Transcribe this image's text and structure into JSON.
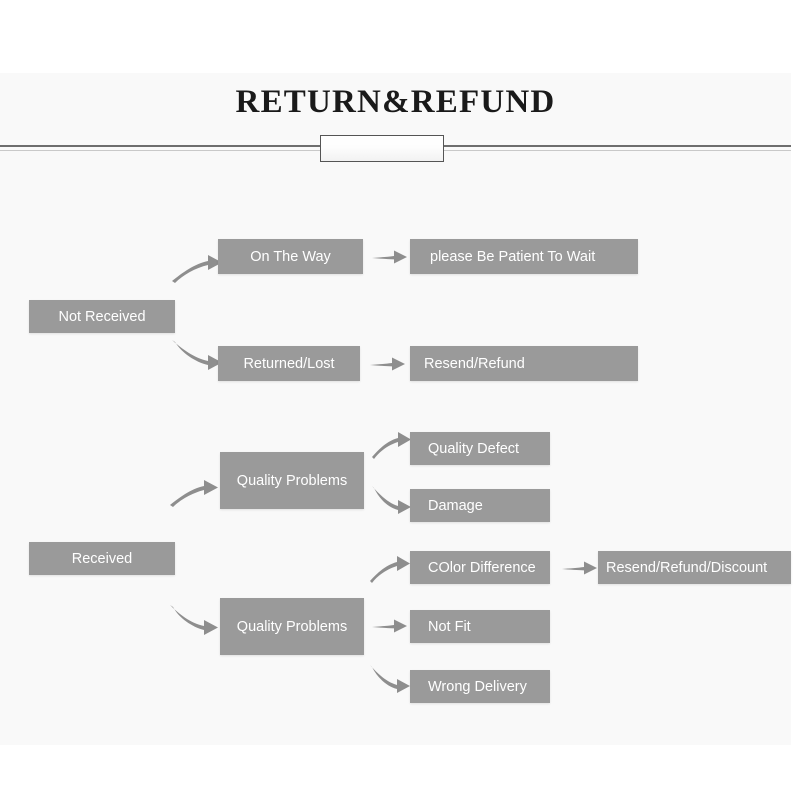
{
  "page": {
    "title": "RETURN&REFUND",
    "plaque_label": "",
    "background_color": "#ffffff",
    "panel_color": "#f9f9f9",
    "node_color": "#9a9a9a",
    "node_text_color": "#ffffff",
    "arrow_color": "#8e8e8e",
    "divider_color": "#6e6e6e"
  },
  "flowchart": {
    "branches": [
      {
        "root": "Not Received",
        "paths": [
          {
            "stage": "On The Way",
            "outcome": "please Be Patient To Wait"
          },
          {
            "stage": "Returned/Lost",
            "outcome": "Resend/Refund"
          }
        ]
      },
      {
        "root": "Received",
        "paths": [
          {
            "stage": "Quality Problems",
            "reasons": [
              "Quality Defect",
              "Damage"
            ]
          },
          {
            "stage": "Quality Problems",
            "reasons": [
              "COlor Difference",
              "Not Fit",
              "Wrong Delivery"
            ],
            "outcome": "Resend/Refund/Discount"
          }
        ]
      }
    ],
    "nodes": {
      "not_received": "Not Received",
      "on_the_way": "On The Way",
      "be_patient": "please Be Patient To Wait",
      "returned_lost": "Returned/Lost",
      "resend_refund": "Resend/Refund",
      "received": "Received",
      "quality_problems_upper": "Quality Problems",
      "quality_defect": "Quality Defect",
      "damage": "Damage",
      "quality_problems_lower": "Quality Problems",
      "color_difference": "COlor Difference",
      "resend_refund_discount": "Resend/Refund/Discount",
      "not_fit": "Not Fit",
      "wrong_delivery": "Wrong Delivery"
    }
  }
}
